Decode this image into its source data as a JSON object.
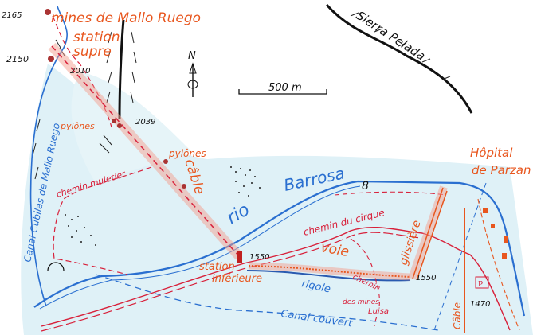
{
  "colors": {
    "water": "#2a6fd0",
    "paths": "#d8203a",
    "installations": "#e8561e",
    "terrain": "#111111",
    "valley_wash": "#dff1f7"
  },
  "labels": {
    "mines": "mines de Mallo Ruego",
    "station_sup_1": "station",
    "station_sup_2": "supre",
    "alt_2165": "2165",
    "alt_2150": "2150",
    "alt_2010": "2010",
    "alt_2039": "2039",
    "pylones_1": "pylônes",
    "pylones_2": "pylônes",
    "cable_main": "câble",
    "chemin_muletier": "chemin muletier",
    "canal_cubilas": "Canal Cubilas de Mallo Ruego",
    "sierra": "Sierra Pelada",
    "scale": "500 m",
    "north": "N",
    "rio": "rio",
    "barrosa": "Barrosa",
    "chemin_cirque": "chemin du cirque",
    "voie": "voie",
    "glissiere": "glissière",
    "alt_1550_a": "1550",
    "alt_1550_b": "1550",
    "station_inf_1": "station",
    "station_inf_2": "inférieure",
    "rigole": "rigole",
    "chemin_mines_1": "chemin",
    "chemin_mines_2": "des mines",
    "chemin_mines_3": "Luisa",
    "canal_couvert": "Canal couvert",
    "cable_right": "Câble",
    "parking": "P",
    "alt_1470": "1470",
    "hopital_1": "Hôpital",
    "hopital_2": "de Parzan"
  }
}
